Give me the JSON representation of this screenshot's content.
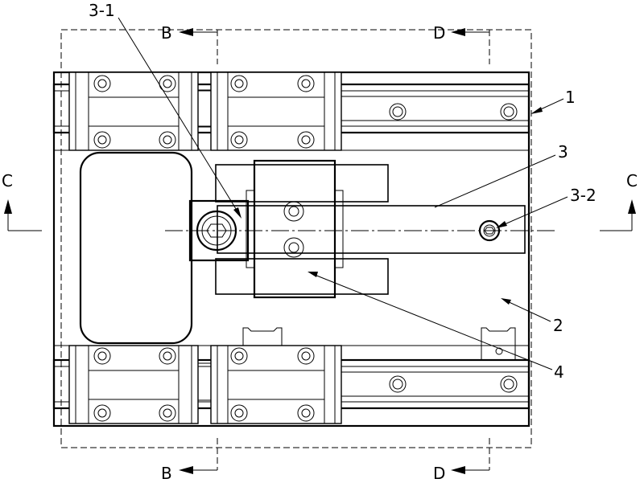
{
  "labels": {
    "part_1": "1",
    "part_2": "2",
    "part_3": "3",
    "part_3_1": "3-1",
    "part_3_2": "3-2",
    "part_4": "4",
    "section_b_top": "B",
    "section_b_bottom": "B",
    "section_c_left": "C",
    "section_c_right": "C",
    "section_d_top": "D",
    "section_d_bottom": "D"
  }
}
